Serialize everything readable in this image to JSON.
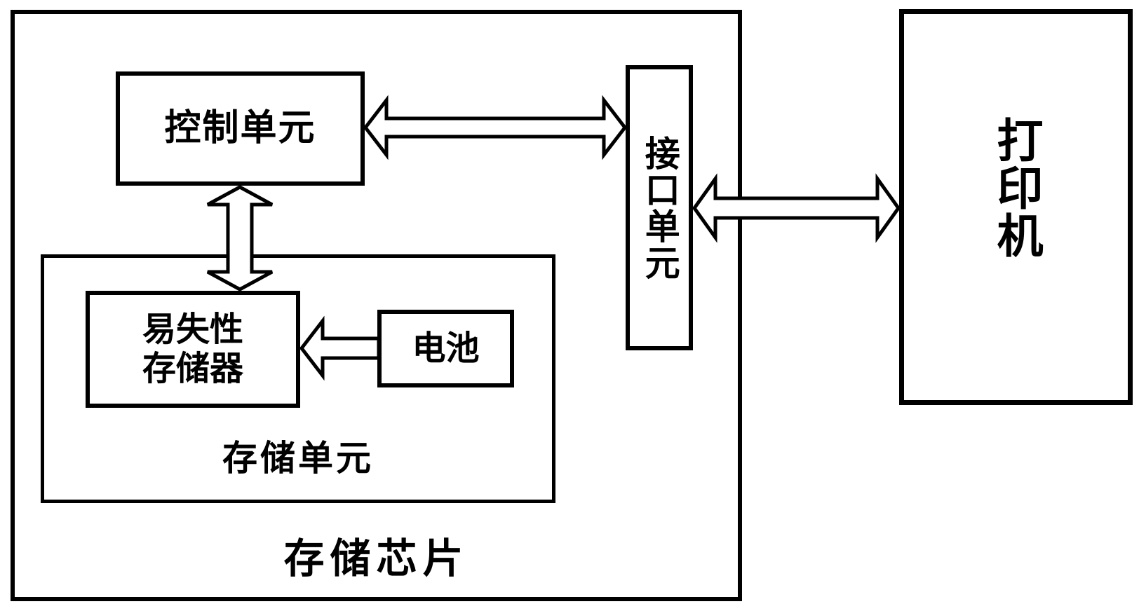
{
  "diagram": {
    "background_color": "#ffffff",
    "line_color": "#000000",
    "memory_chip": {
      "label": "存储芯片"
    },
    "control_unit": {
      "label": "控制单元"
    },
    "interface_unit": {
      "label": "接口单元"
    },
    "storage_unit": {
      "label": "存储单元"
    },
    "volatile_memory": {
      "label": "易失性存储器",
      "lines": [
        "易失性",
        "存储器"
      ]
    },
    "battery": {
      "label": "电池"
    },
    "printer": {
      "label": "打印机"
    },
    "connections": [
      {
        "from": "控制单元",
        "to": "接口单元",
        "type": "bidirectional"
      },
      {
        "from": "控制单元",
        "to": "易失性存储器",
        "type": "bidirectional"
      },
      {
        "from": "电池",
        "to": "易失性存储器",
        "type": "unidirectional"
      },
      {
        "from": "接口单元",
        "to": "打印机",
        "type": "bidirectional"
      }
    ]
  }
}
